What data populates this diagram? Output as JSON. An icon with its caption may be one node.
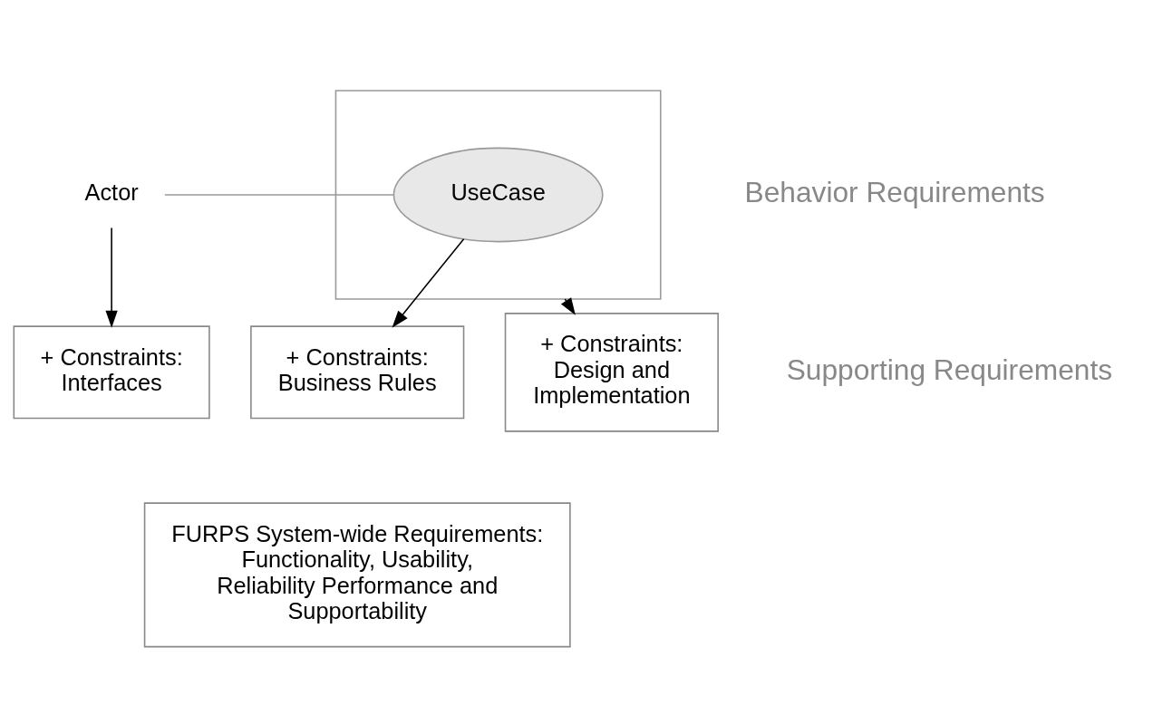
{
  "diagram": {
    "nodes": [
      {
        "text": [],
        "shape": "box"
      },
      {
        "text": [
          "Actor"
        ]
      },
      {
        "text": [
          "UseCase"
        ],
        "in": 0
      },
      {
        "text": [
          "+ Constraints: Interfaces"
        ]
      },
      {
        "text": [
          "+ Constraints: Business Rules"
        ]
      },
      {
        "text": [
          "+ Constraints: Design and Implementation"
        ]
      },
      {
        "text": [
          "FURPS System-wide Requirements: Functionality, Usability, Reliability Performance and Supportability"
        ]
      }
    ],
    "edges": [
      {
        "from": 1,
        "to": 2,
        "arrow": "none",
        "color": "#999999"
      },
      {
        "from": 1,
        "to": 3,
        "arrow": "to"
      },
      {
        "from": 2,
        "to": 4,
        "arrow": "to"
      },
      {
        "from": 0,
        "to": 5,
        "arrow": "to"
      }
    ],
    "labels": [
      "Behavior Requirements",
      "Supporting Requirements"
    ]
  }
}
